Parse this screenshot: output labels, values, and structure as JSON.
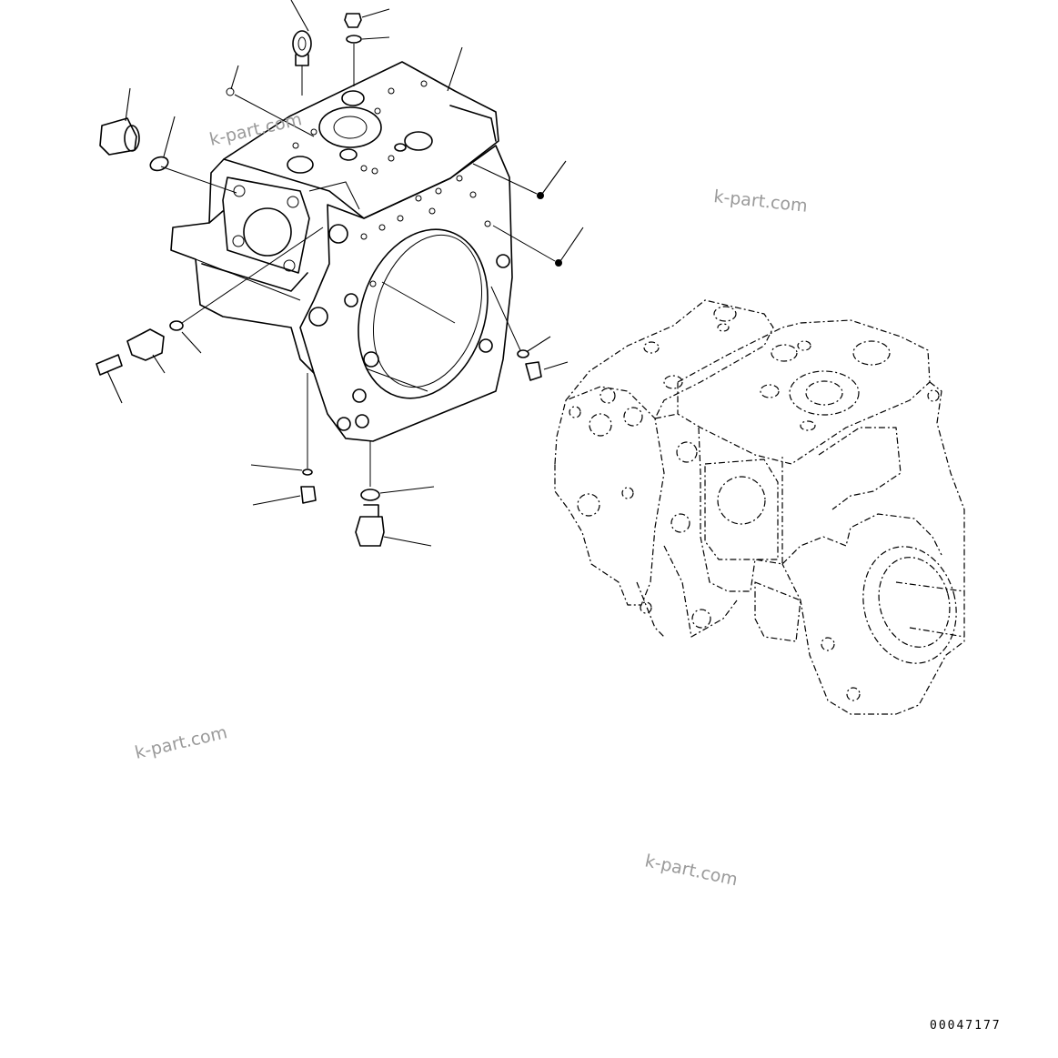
{
  "watermarks": [
    "k-part.com",
    "k-part.com",
    "k-part.com",
    "k-part.com"
  ],
  "drawing_code": "00047177"
}
